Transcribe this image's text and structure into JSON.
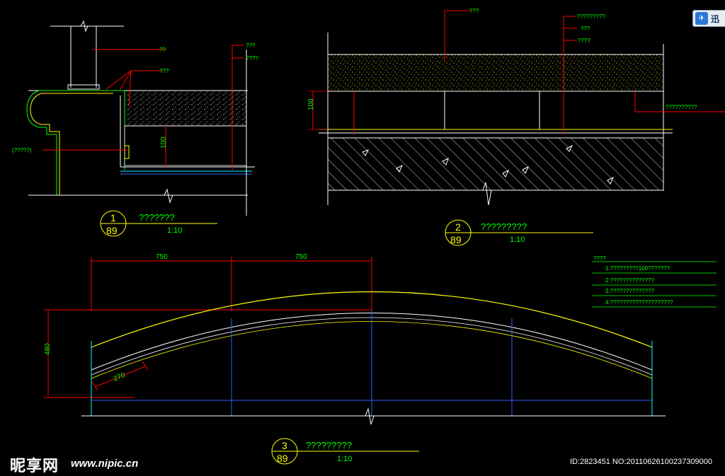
{
  "detail1": {
    "num": "1",
    "sheet": "89",
    "title": "???????",
    "scale": "1:10",
    "leaders": {
      "a": "??",
      "b": "???",
      "c": "???",
      "d": "????",
      "left": "(?????)"
    },
    "dim_height": "100"
  },
  "detail2": {
    "num": "2",
    "sheet": "89",
    "title": "?????????",
    "scale": "1:10",
    "leaders": {
      "top": "???",
      "r1": "?????????",
      "r2": "???",
      "r3": "????",
      "right": "??????????"
    },
    "dim_height": "100"
  },
  "detail3": {
    "num": "3",
    "sheet": "89",
    "title": "?????????",
    "scale": "1:10",
    "dims": {
      "left": "750",
      "right": "750",
      "height": "480",
      "seg": "270"
    }
  },
  "notes": {
    "title": "????",
    "items": [
      "1.?????????100???????",
      "2.??????????????",
      "3.??????????????",
      "4.????????????????????"
    ]
  },
  "watermark": {
    "cn": "昵享网",
    "url": "www.nipic.cn",
    "id_line": "ID:2823451 NO:20110626100237309000"
  },
  "chip": {
    "icon": "bird-icon",
    "label": "迅"
  },
  "colors": {
    "background": "#000000",
    "green": "#00ff00",
    "yellow": "#ffff00",
    "red": "#ff0000",
    "white": "#ffffff",
    "cyan": "#00ffff",
    "blue": "#3060ff"
  }
}
